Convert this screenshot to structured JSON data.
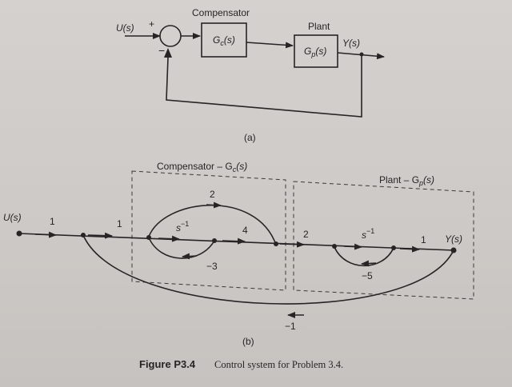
{
  "part_a": {
    "input": "U(s)",
    "plus": "+",
    "minus": "−",
    "compensator_label": "Compensator",
    "compensator_block": "G",
    "compensator_sub": "c",
    "compensator_arg": "(s)",
    "plant_label": "Plant",
    "plant_block": "G",
    "plant_sub": "p",
    "plant_arg": "(s)",
    "output": "Y(s)",
    "caption": "(a)"
  },
  "part_b": {
    "compensator_title": "Compensator – G",
    "compensator_title_sub": "c",
    "compensator_title_arg": "(s)",
    "plant_title": "Plant – G",
    "plant_title_sub": "p",
    "plant_title_arg": "(s)",
    "input": "U(s)",
    "output": "Y(s)",
    "gain_in": "1",
    "gain_1": "1",
    "gain_top": "2",
    "gain_s1": "s",
    "gain_s1_exp": "−1",
    "gain_4": "4",
    "gain_fb_comp": "−3",
    "gain_2": "2",
    "gain_s1b": "s",
    "gain_s1b_exp": "−1",
    "gain_1b": "1",
    "gain_fb_plant": "−5",
    "gain_main_fb": "−1",
    "caption": "(b)"
  },
  "figure": {
    "number": "Figure P3.4",
    "caption": "Control system for Problem 3.4."
  }
}
